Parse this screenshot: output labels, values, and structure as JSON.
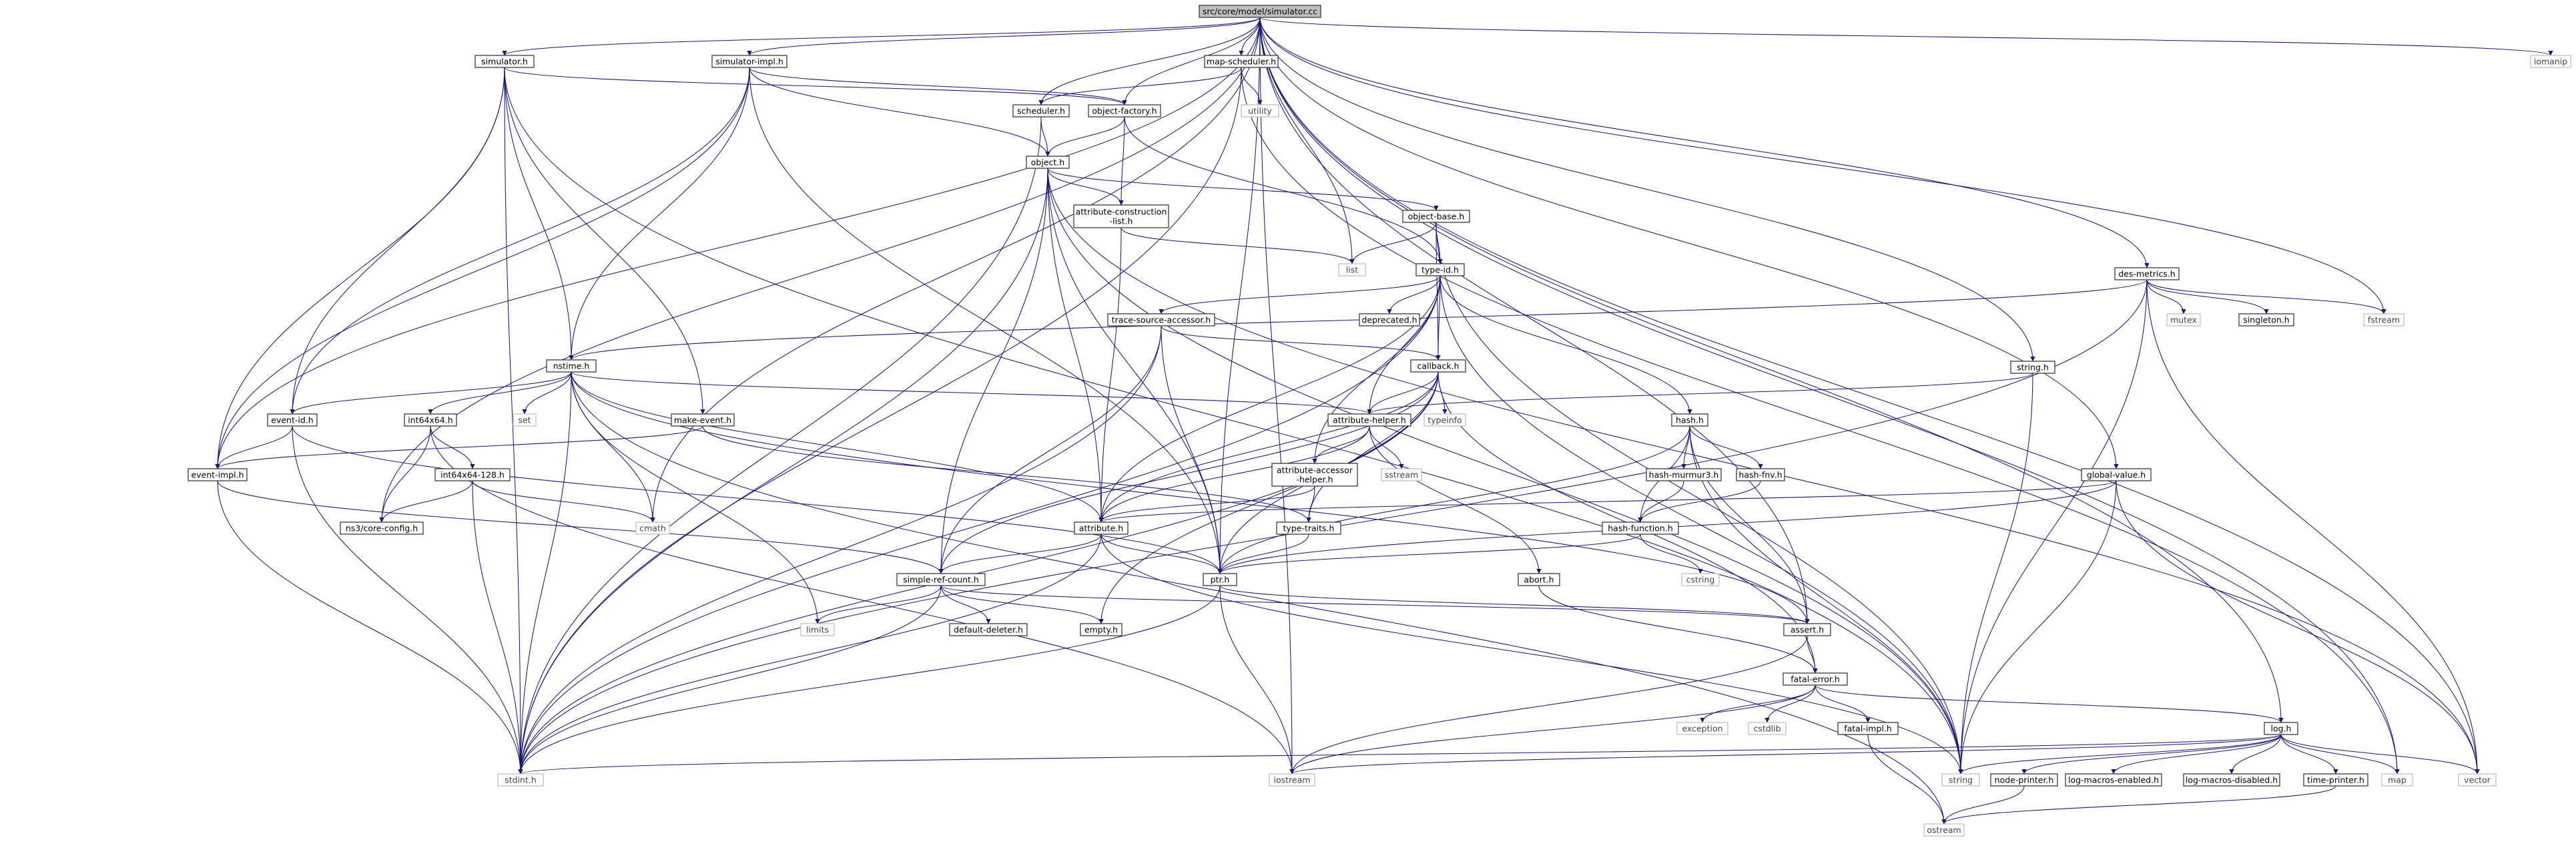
{
  "title": "src/core/model/simulator.cc",
  "colors": {
    "edge": "#191970",
    "node_border": "#3a3a3a",
    "root_fill": "#bfbfbf",
    "system_border": "#bfbfbf"
  },
  "nodes": [
    {
      "id": "root",
      "label": "src/core/model/simulator.cc",
      "kind": "root"
    },
    {
      "id": "simulator_h",
      "label": "simulator.h",
      "kind": "file"
    },
    {
      "id": "simulator_impl_h",
      "label": "simulator-impl.h",
      "kind": "file"
    },
    {
      "id": "map_scheduler_h",
      "label": "map-scheduler.h",
      "kind": "file"
    },
    {
      "id": "iomanip",
      "label": "iomanip",
      "kind": "system"
    },
    {
      "id": "scheduler_h",
      "label": "scheduler.h",
      "kind": "file"
    },
    {
      "id": "object_factory_h",
      "label": "object-factory.h",
      "kind": "file"
    },
    {
      "id": "utility",
      "label": "utility",
      "kind": "system"
    },
    {
      "id": "object_h",
      "label": "object.h",
      "kind": "file"
    },
    {
      "id": "attr_construction_list_h",
      "label": "attribute-construction\n-list.h",
      "kind": "file"
    },
    {
      "id": "object_base_h",
      "label": "object-base.h",
      "kind": "file"
    },
    {
      "id": "list",
      "label": "list",
      "kind": "system"
    },
    {
      "id": "type_id_h",
      "label": "type-id.h",
      "kind": "file"
    },
    {
      "id": "trace_source_accessor_h",
      "label": "trace-source-accessor.h",
      "kind": "file"
    },
    {
      "id": "deprecated_h",
      "label": "deprecated.h",
      "kind": "file"
    },
    {
      "id": "des_metrics_h",
      "label": "des-metrics.h",
      "kind": "file"
    },
    {
      "id": "nstime_h",
      "label": "nstime.h",
      "kind": "file"
    },
    {
      "id": "callback_h",
      "label": "callback.h",
      "kind": "file"
    },
    {
      "id": "mutex",
      "label": "mutex",
      "kind": "system"
    },
    {
      "id": "singleton_h",
      "label": "singleton.h",
      "kind": "file"
    },
    {
      "id": "fstream",
      "label": "fstream",
      "kind": "system"
    },
    {
      "id": "string_h",
      "label": "string.h",
      "kind": "file"
    },
    {
      "id": "event_id_h",
      "label": "event-id.h",
      "kind": "file"
    },
    {
      "id": "int64x64_h",
      "label": "int64x64.h",
      "kind": "file"
    },
    {
      "id": "set",
      "label": "set",
      "kind": "system"
    },
    {
      "id": "make_event_h",
      "label": "make-event.h",
      "kind": "file"
    },
    {
      "id": "attribute_helper_h",
      "label": "attribute-helper.h",
      "kind": "file"
    },
    {
      "id": "typeinfo",
      "label": "typeinfo",
      "kind": "system"
    },
    {
      "id": "hash_h",
      "label": "hash.h",
      "kind": "file"
    },
    {
      "id": "event_impl_h",
      "label": "event-impl.h",
      "kind": "file"
    },
    {
      "id": "int64x64_128_h",
      "label": "int64x64-128.h",
      "kind": "file"
    },
    {
      "id": "attr_accessor_helper_h",
      "label": "attribute-accessor\n-helper.h",
      "kind": "file"
    },
    {
      "id": "sstream",
      "label": "sstream",
      "kind": "system"
    },
    {
      "id": "hash_murmur3_h",
      "label": "hash-murmur3.h",
      "kind": "file"
    },
    {
      "id": "hash_fnv_h",
      "label": "hash-fnv.h",
      "kind": "file"
    },
    {
      "id": "global_value_h",
      "label": "global-value.h",
      "kind": "file"
    },
    {
      "id": "ns3core_config_h",
      "label": "ns3/core-config.h",
      "kind": "file"
    },
    {
      "id": "cmath",
      "label": "cmath",
      "kind": "system"
    },
    {
      "id": "attribute_h",
      "label": "attribute.h",
      "kind": "file"
    },
    {
      "id": "type_traits_h",
      "label": "type-traits.h",
      "kind": "file"
    },
    {
      "id": "hash_function_h",
      "label": "hash-function.h",
      "kind": "file"
    },
    {
      "id": "simple_ref_count_h",
      "label": "simple-ref-count.h",
      "kind": "file"
    },
    {
      "id": "ptr_h",
      "label": "ptr.h",
      "kind": "file"
    },
    {
      "id": "abort_h",
      "label": "abort.h",
      "kind": "file"
    },
    {
      "id": "cstring",
      "label": "cstring",
      "kind": "system"
    },
    {
      "id": "limits",
      "label": "limits",
      "kind": "system"
    },
    {
      "id": "default_deleter_h",
      "label": "default-deleter.h",
      "kind": "file"
    },
    {
      "id": "empty_h",
      "label": "empty.h",
      "kind": "file"
    },
    {
      "id": "assert_h",
      "label": "assert.h",
      "kind": "file"
    },
    {
      "id": "fatal_error_h",
      "label": "fatal-error.h",
      "kind": "file"
    },
    {
      "id": "exception",
      "label": "exception",
      "kind": "system"
    },
    {
      "id": "cstdlib",
      "label": "cstdlib",
      "kind": "system"
    },
    {
      "id": "fatal_impl_h",
      "label": "fatal-impl.h",
      "kind": "file"
    },
    {
      "id": "log_h",
      "label": "log.h",
      "kind": "file"
    },
    {
      "id": "stdint_h",
      "label": "stdint.h",
      "kind": "system"
    },
    {
      "id": "iostream",
      "label": "iostream",
      "kind": "system"
    },
    {
      "id": "string",
      "label": "string",
      "kind": "system"
    },
    {
      "id": "node_printer_h",
      "label": "node-printer.h",
      "kind": "file"
    },
    {
      "id": "log_macros_enabled_h",
      "label": "log-macros-enabled.h",
      "kind": "file"
    },
    {
      "id": "log_macros_disabled_h",
      "label": "log-macros-disabled.h",
      "kind": "file"
    },
    {
      "id": "time_printer_h",
      "label": "time-printer.h",
      "kind": "file"
    },
    {
      "id": "map",
      "label": "map",
      "kind": "system"
    },
    {
      "id": "vector",
      "label": "vector",
      "kind": "system"
    },
    {
      "id": "ostream",
      "label": "ostream",
      "kind": "system"
    }
  ],
  "edges": [
    [
      "root",
      "simulator_h"
    ],
    [
      "root",
      "simulator_impl_h"
    ],
    [
      "root",
      "map_scheduler_h"
    ],
    [
      "root",
      "iomanip"
    ],
    [
      "root",
      "scheduler_h"
    ],
    [
      "root",
      "object_factory_h"
    ],
    [
      "root",
      "list"
    ],
    [
      "root",
      "string_h"
    ],
    [
      "root",
      "global_value_h"
    ],
    [
      "root",
      "des_metrics_h"
    ],
    [
      "root",
      "log_h"
    ],
    [
      "root",
      "assert_h"
    ],
    [
      "root",
      "ptr_h"
    ],
    [
      "root",
      "cmath"
    ],
    [
      "root",
      "event_impl_h"
    ],
    [
      "root",
      "iostream"
    ],
    [
      "root",
      "ns3core_config_h"
    ],
    [
      "root",
      "fstream"
    ],
    [
      "root",
      "vector"
    ],
    [
      "root",
      "map"
    ],
    [
      "simulator_h",
      "event_id_h"
    ],
    [
      "simulator_h",
      "nstime_h"
    ],
    [
      "simulator_h",
      "object_factory_h"
    ],
    [
      "simulator_h",
      "make_event_h"
    ],
    [
      "simulator_h",
      "stdint_h"
    ],
    [
      "simulator_h",
      "event_impl_h"
    ],
    [
      "simulator_h",
      "string"
    ],
    [
      "simulator_impl_h",
      "event_id_h"
    ],
    [
      "simulator_impl_h",
      "event_impl_h"
    ],
    [
      "simulator_impl_h",
      "nstime_h"
    ],
    [
      "simulator_impl_h",
      "object_h"
    ],
    [
      "simulator_impl_h",
      "ptr_h"
    ],
    [
      "simulator_impl_h",
      "object_factory_h"
    ],
    [
      "map_scheduler_h",
      "scheduler_h"
    ],
    [
      "map_scheduler_h",
      "utility"
    ],
    [
      "map_scheduler_h",
      "map"
    ],
    [
      "map_scheduler_h",
      "stdint_h"
    ],
    [
      "scheduler_h",
      "object_h"
    ],
    [
      "scheduler_h",
      "stdint_h"
    ],
    [
      "object_factory_h",
      "object_h"
    ],
    [
      "object_factory_h",
      "attr_construction_list_h"
    ],
    [
      "object_factory_h",
      "type_id_h"
    ],
    [
      "object_h",
      "attr_construction_list_h"
    ],
    [
      "object_h",
      "object_base_h"
    ],
    [
      "object_h",
      "attribute_h"
    ],
    [
      "object_h",
      "ptr_h"
    ],
    [
      "object_h",
      "simple_ref_count_h"
    ],
    [
      "object_h",
      "stdint_h"
    ],
    [
      "object_h",
      "string"
    ],
    [
      "object_h",
      "vector"
    ],
    [
      "attr_construction_list_h",
      "attribute_h"
    ],
    [
      "attr_construction_list_h",
      "list"
    ],
    [
      "object_base_h",
      "type_id_h"
    ],
    [
      "object_base_h",
      "callback_h"
    ],
    [
      "object_base_h",
      "list"
    ],
    [
      "object_base_h",
      "string"
    ],
    [
      "type_id_h",
      "attribute_h"
    ],
    [
      "type_id_h",
      "attr_accessor_helper_h"
    ],
    [
      "type_id_h",
      "trace_source_accessor_h"
    ],
    [
      "type_id_h",
      "attribute_helper_h"
    ],
    [
      "type_id_h",
      "callback_h"
    ],
    [
      "type_id_h",
      "deprecated_h"
    ],
    [
      "type_id_h",
      "hash_h"
    ],
    [
      "type_id_h",
      "stdint_h"
    ],
    [
      "type_id_h",
      "string"
    ],
    [
      "trace_source_accessor_h",
      "callback_h"
    ],
    [
      "trace_source_accessor_h",
      "ptr_h"
    ],
    [
      "trace_source_accessor_h",
      "simple_ref_count_h"
    ],
    [
      "trace_source_accessor_h",
      "stdint_h"
    ],
    [
      "callback_h",
      "attribute_h"
    ],
    [
      "callback_h",
      "attribute_helper_h"
    ],
    [
      "callback_h",
      "ptr_h"
    ],
    [
      "callback_h",
      "simple_ref_count_h"
    ],
    [
      "callback_h",
      "type_traits_h"
    ],
    [
      "callback_h",
      "fatal_error_h"
    ],
    [
      "callback_h",
      "typeinfo"
    ],
    [
      "callback_h",
      "empty_h"
    ],
    [
      "callback_h",
      "stdint_h"
    ],
    [
      "des_metrics_h",
      "nstime_h"
    ],
    [
      "des_metrics_h",
      "singleton_h"
    ],
    [
      "des_metrics_h",
      "mutex"
    ],
    [
      "des_metrics_h",
      "fstream"
    ],
    [
      "des_metrics_h",
      "stdint_h"
    ],
    [
      "des_metrics_h",
      "string"
    ],
    [
      "des_metrics_h",
      "vector"
    ],
    [
      "nstime_h",
      "event_id_h"
    ],
    [
      "nstime_h",
      "int64x64_h"
    ],
    [
      "nstime_h",
      "attribute_helper_h"
    ],
    [
      "nstime_h",
      "attribute_h"
    ],
    [
      "nstime_h",
      "assert_h"
    ],
    [
      "nstime_h",
      "set"
    ],
    [
      "nstime_h",
      "cmath"
    ],
    [
      "nstime_h",
      "limits"
    ],
    [
      "nstime_h",
      "stdint_h"
    ],
    [
      "nstime_h",
      "ostream"
    ],
    [
      "string_h",
      "attribute_helper_h"
    ],
    [
      "string_h",
      "string"
    ],
    [
      "event_id_h",
      "event_impl_h"
    ],
    [
      "event_id_h",
      "ptr_h"
    ],
    [
      "event_id_h",
      "stdint_h"
    ],
    [
      "int64x64_h",
      "int64x64_128_h"
    ],
    [
      "int64x64_h",
      "ns3core_config_h"
    ],
    [
      "int64x64_h",
      "iostream"
    ],
    [
      "make_event_h",
      "event_impl_h"
    ],
    [
      "make_event_h",
      "type_traits_h"
    ],
    [
      "attribute_helper_h",
      "attribute_h"
    ],
    [
      "attribute_helper_h",
      "attr_accessor_helper_h"
    ],
    [
      "attribute_helper_h",
      "abort_h"
    ],
    [
      "attribute_helper_h",
      "sstream"
    ],
    [
      "hash_h",
      "hash_function_h"
    ],
    [
      "hash_h",
      "hash_murmur3_h"
    ],
    [
      "hash_h",
      "hash_fnv_h"
    ],
    [
      "hash_h",
      "assert_h"
    ],
    [
      "hash_h",
      "ptr_h"
    ],
    [
      "hash_h",
      "string"
    ],
    [
      "event_impl_h",
      "simple_ref_count_h"
    ],
    [
      "event_impl_h",
      "stdint_h"
    ],
    [
      "int64x64_128_h",
      "cmath"
    ],
    [
      "int64x64_128_h",
      "ns3core_config_h"
    ],
    [
      "int64x64_128_h",
      "stdint_h"
    ],
    [
      "attr_accessor_helper_h",
      "attribute_h"
    ],
    [
      "attr_accessor_helper_h",
      "type_traits_h"
    ],
    [
      "hash_murmur3_h",
      "hash_function_h"
    ],
    [
      "hash_fnv_h",
      "hash_function_h"
    ],
    [
      "global_value_h",
      "attribute_h"
    ],
    [
      "global_value_h",
      "ptr_h"
    ],
    [
      "global_value_h",
      "string"
    ],
    [
      "global_value_h",
      "vector"
    ],
    [
      "attribute_h",
      "ptr_h"
    ],
    [
      "attribute_h",
      "simple_ref_count_h"
    ],
    [
      "attribute_h",
      "stdint_h"
    ],
    [
      "attribute_h",
      "string"
    ],
    [
      "type_traits_h",
      "ptr_h"
    ],
    [
      "hash_function_h",
      "ptr_h"
    ],
    [
      "hash_function_h",
      "cstring"
    ],
    [
      "simple_ref_count_h",
      "assert_h"
    ],
    [
      "simple_ref_count_h",
      "default_deleter_h"
    ],
    [
      "simple_ref_count_h",
      "empty_h"
    ],
    [
      "simple_ref_count_h",
      "limits"
    ],
    [
      "simple_ref_count_h",
      "stdint_h"
    ],
    [
      "ptr_h",
      "assert_h"
    ],
    [
      "ptr_h",
      "iostream"
    ],
    [
      "ptr_h",
      "stdint_h"
    ],
    [
      "abort_h",
      "fatal_error_h"
    ],
    [
      "assert_h",
      "fatal_error_h"
    ],
    [
      "assert_h",
      "iostream"
    ],
    [
      "fatal_error_h",
      "exception"
    ],
    [
      "fatal_error_h",
      "cstdlib"
    ],
    [
      "fatal_error_h",
      "fatal_impl_h"
    ],
    [
      "fatal_error_h",
      "log_h"
    ],
    [
      "fatal_error_h",
      "iostream"
    ],
    [
      "fatal_impl_h",
      "ostream"
    ],
    [
      "log_h",
      "stdint_h"
    ],
    [
      "log_h",
      "iostream"
    ],
    [
      "log_h",
      "string"
    ],
    [
      "log_h",
      "node_printer_h"
    ],
    [
      "log_h",
      "log_macros_enabled_h"
    ],
    [
      "log_h",
      "log_macros_disabled_h"
    ],
    [
      "log_h",
      "time_printer_h"
    ],
    [
      "log_h",
      "map"
    ],
    [
      "log_h",
      "vector"
    ],
    [
      "node_printer_h",
      "ostream"
    ],
    [
      "time_printer_h",
      "ostream"
    ]
  ]
}
